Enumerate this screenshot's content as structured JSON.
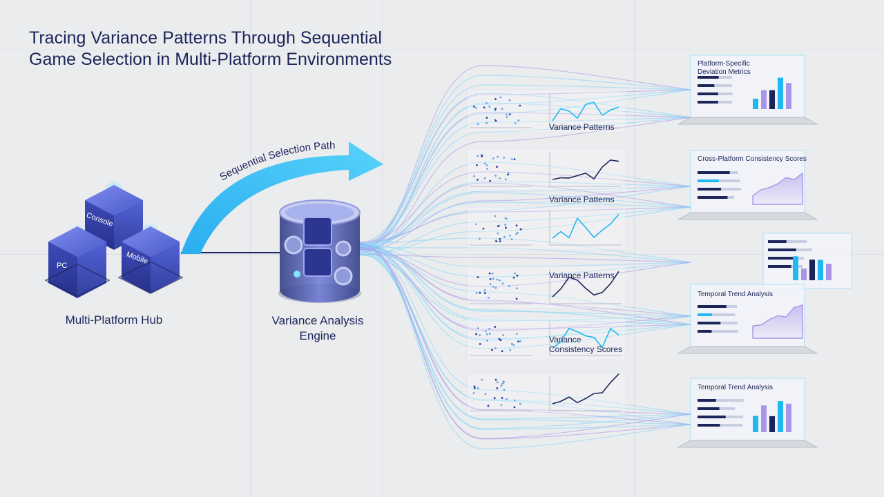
{
  "title": {
    "line1": "Tracing Variance Patterns Through Sequential",
    "line2": "Game Selection in Multi-Platform Environments"
  },
  "hub": {
    "label": "Multi-Platform Hub",
    "cubes": [
      "PC",
      "Console",
      "Mobile"
    ]
  },
  "path_label": "Sequential Selection Path",
  "engine": {
    "label_line1": "Variance Analysis",
    "label_line2": "Engine"
  },
  "middle_panels": [
    {
      "label": "Variance Patterns"
    },
    {
      "label": "Variance Patterns"
    },
    {
      "label": "Variance Patterns"
    },
    {
      "label_line1": "Variance",
      "label_line2": "Consistency Scores"
    }
  ],
  "cards": [
    {
      "title_line1": "Platform-Specific",
      "title_line2": "Deviation Metrics"
    },
    {
      "title_line1": "Cross-Platform Consistency Scores",
      "title_line2": ""
    },
    {
      "title_line1": "",
      "title_line2": ""
    },
    {
      "title_line1": "Temporal Trend Analysis",
      "title_line2": ""
    },
    {
      "title_line1": "Temporal Trend Analysis",
      "title_line2": ""
    }
  ],
  "colors": {
    "navy": "#1b2559",
    "cyan": "#1fb8f0",
    "violet": "#a995e8",
    "arrow": "#38c2f5",
    "cube": "#3f4fbf"
  }
}
